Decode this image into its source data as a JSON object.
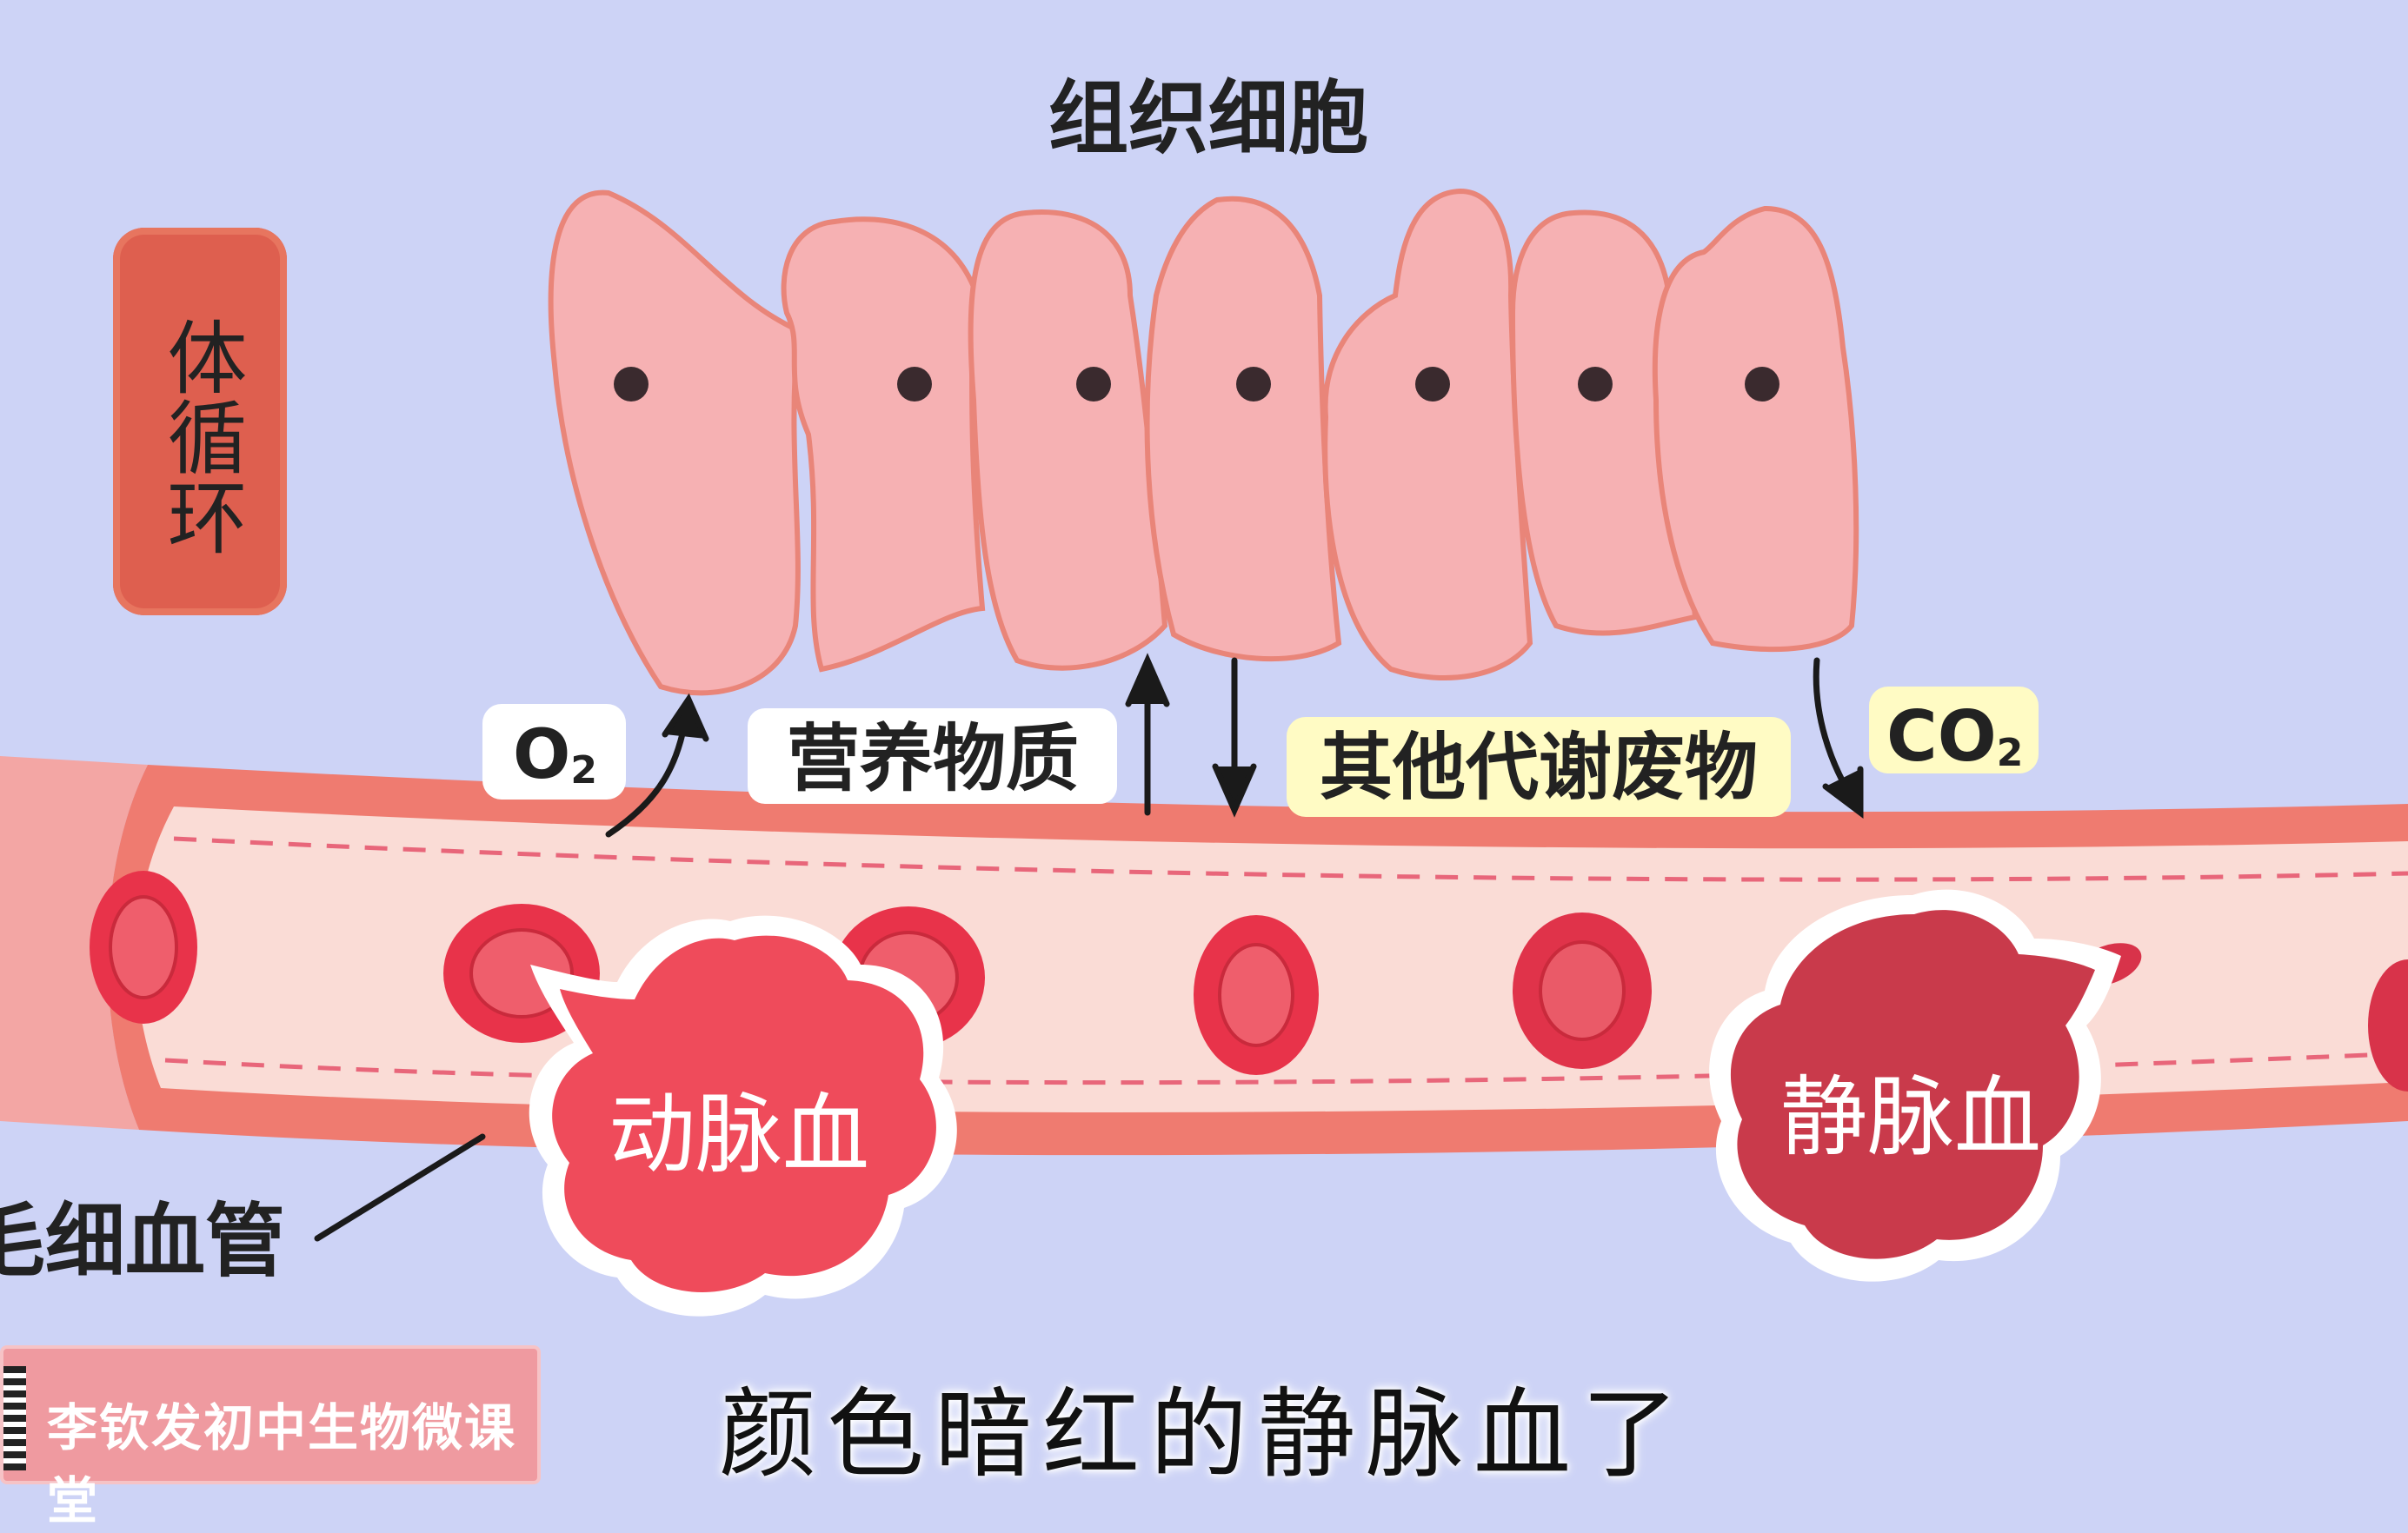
{
  "title": "组织细胞",
  "badge": "体循环",
  "labels": {
    "o2": "O",
    "o2_sub": "2",
    "nutrients": "营养物质",
    "waste": "其他代谢废物",
    "co2": "CO",
    "co2_sub": "2",
    "capillary": "毛细血管",
    "arterial": "动脉血",
    "venous": "静脉血"
  },
  "caption": "颜色暗红的静脉血了",
  "watermark": "李钦发初中生物微课堂",
  "colors": {
    "background": "#cdd3f6",
    "cell_fill": "#f6b1b3",
    "cell_stroke": "#e98579",
    "vessel_wall": "#ef7b70",
    "vessel_inner": "#fadcd6",
    "rbc": "#e8334a",
    "arterial_cloud": "#ef4b5b",
    "venous_cloud": "#c93a4b",
    "waste_tag": "#fffbc4",
    "badge": "#de5f4f"
  }
}
